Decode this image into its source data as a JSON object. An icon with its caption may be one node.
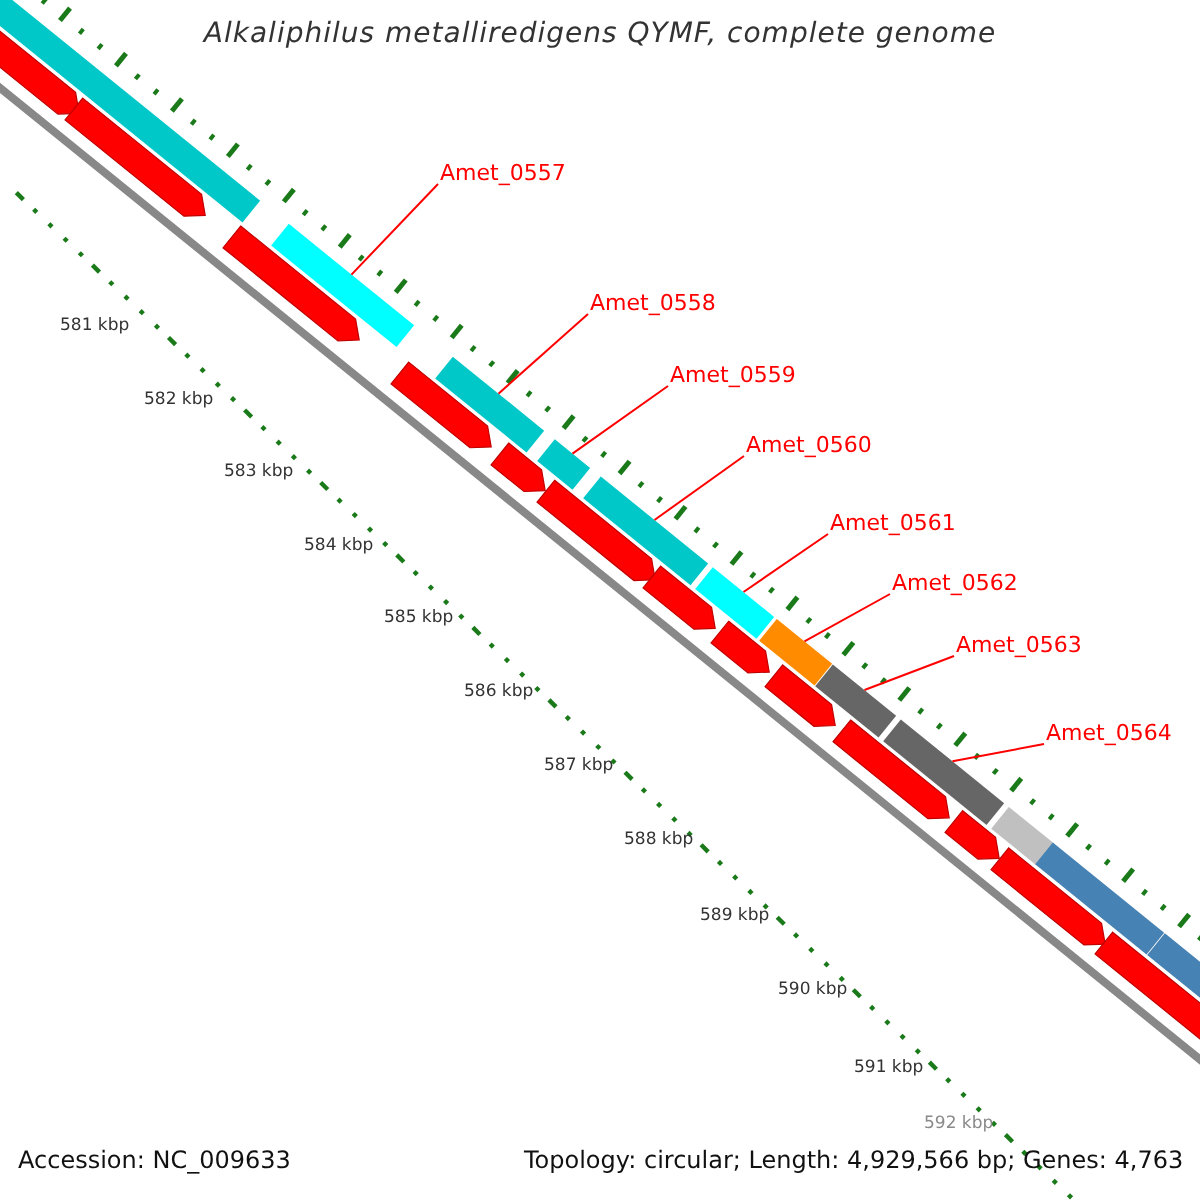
{
  "diagram": {
    "title": "Alkaliphilus metalliredigens QYMF, complete genome",
    "nodes": [
      {
        "text": [
          "Amet_0557"
        ]
      },
      {
        "text": [
          "Amet_0558"
        ]
      },
      {
        "text": [
          "Amet_0559"
        ]
      },
      {
        "text": [
          "Amet_0560"
        ]
      },
      {
        "text": [
          "Amet_0561"
        ]
      },
      {
        "text": [
          "Amet_0562"
        ]
      },
      {
        "text": [
          "Amet_0563"
        ]
      },
      {
        "text": [
          "Amet_0564"
        ]
      },
      {
        "text": [],
        "shape": "bar"
      },
      {
        "text": [],
        "shape": "bar"
      },
      {
        "text": [],
        "shape": "bar"
      },
      {
        "text": [],
        "shape": "bar"
      },
      {
        "text": [],
        "shape": "bar"
      },
      {
        "text": [],
        "shape": "bar"
      },
      {
        "text": [],
        "shape": "bar"
      },
      {
        "text": [],
        "shape": "bar"
      }
    ],
    "edges": [
      {
        "from": 0,
        "to": 8,
        "arrow": "none"
      },
      {
        "from": 1,
        "to": 9,
        "arrow": "none"
      },
      {
        "from": 2,
        "to": 10,
        "arrow": "none"
      },
      {
        "from": 3,
        "to": 11,
        "arrow": "none"
      },
      {
        "from": 4,
        "to": 12,
        "arrow": "none"
      },
      {
        "from": 5,
        "to": 13,
        "arrow": "none"
      },
      {
        "from": 6,
        "to": 14,
        "arrow": "none"
      },
      {
        "from": 7,
        "to": 15,
        "arrow": "none"
      }
    ],
    "labels": [
      "581 kbp",
      "582 kbp",
      "583 kbp",
      "584 kbp",
      "585 kbp",
      "586 kbp",
      "587 kbp",
      "588 kbp",
      "589 kbp",
      "590 kbp",
      "591 kbp",
      "592 kbp",
      "Accession: NC_009633",
      "Topology: circular; Length: 4,929,566 bp; Genes: 4,763"
    ]
  }
}
